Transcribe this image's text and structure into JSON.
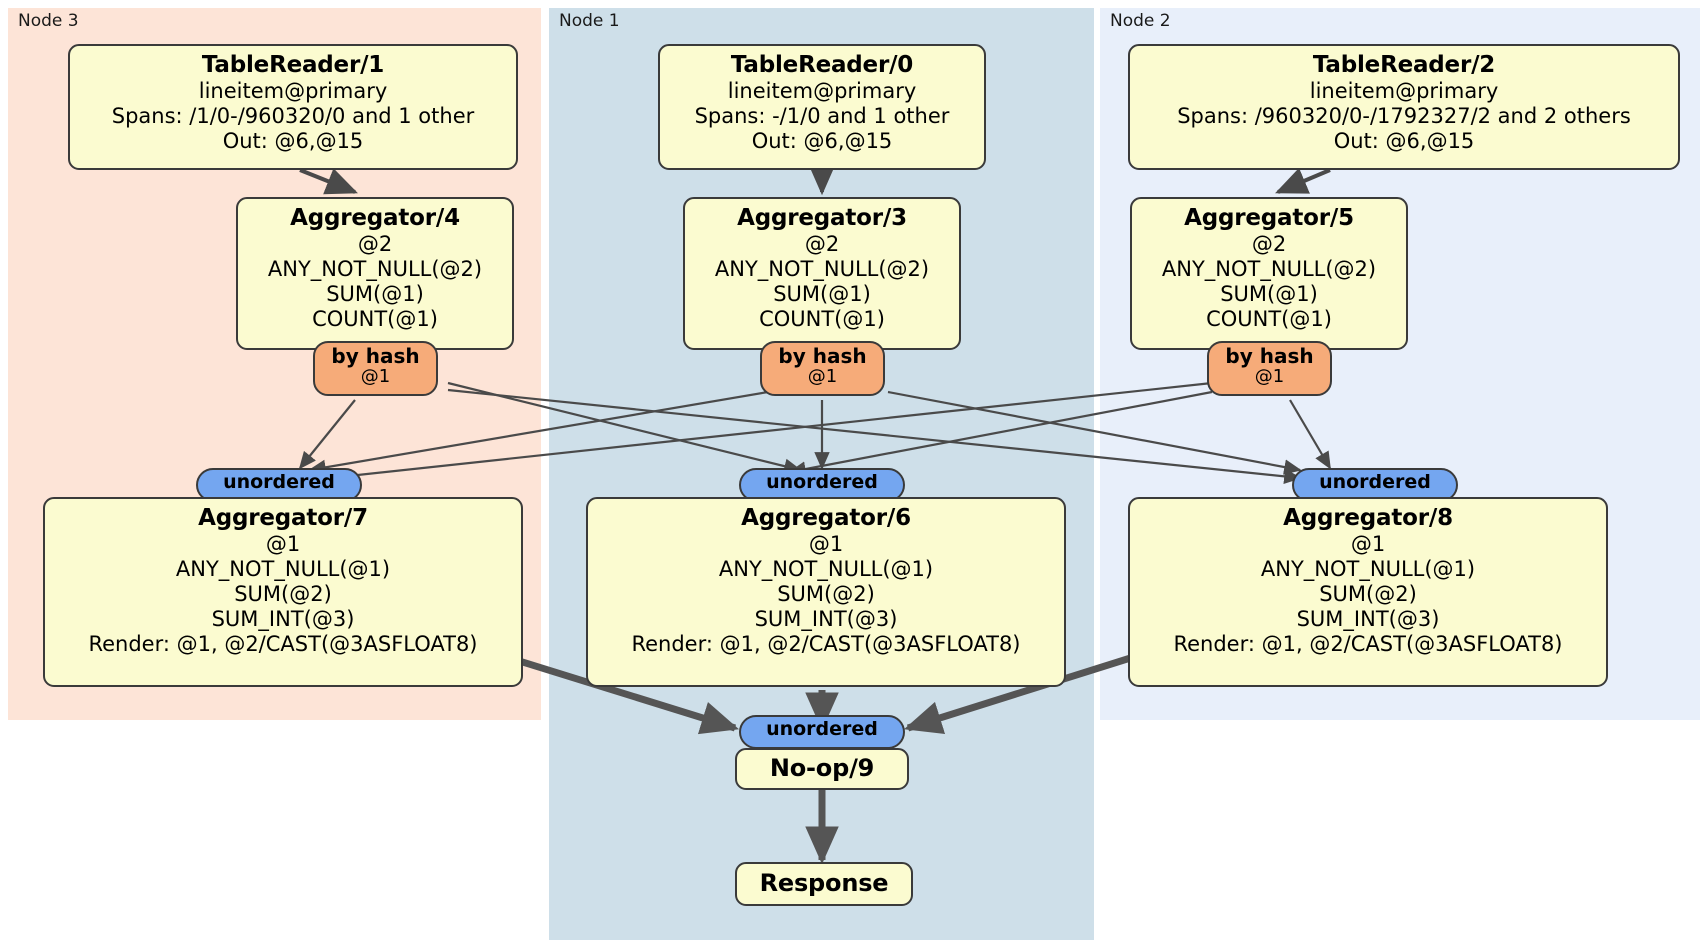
{
  "regions": [
    {
      "id": "node3",
      "label": "Node 3",
      "color": "#fde4d7"
    },
    {
      "id": "node1",
      "label": "Node 1",
      "color": "#cedfe9"
    },
    {
      "id": "node2",
      "label": "Node 2",
      "color": "#e8effa"
    }
  ],
  "processors": {
    "table_reader_1": {
      "title": "TableReader/1",
      "lines": [
        "lineitem@primary",
        "Spans: /1/0-/960320/0 and 1 other",
        "Out: @6,@15"
      ]
    },
    "table_reader_0": {
      "title": "TableReader/0",
      "lines": [
        "lineitem@primary",
        "Spans: -/1/0 and 1 other",
        "Out: @6,@15"
      ]
    },
    "table_reader_2": {
      "title": "TableReader/2",
      "lines": [
        "lineitem@primary",
        "Spans: /960320/0-/1792327/2 and 2 others",
        "Out: @6,@15"
      ]
    },
    "aggregator_4": {
      "title": "Aggregator/4",
      "lines": [
        "@2",
        "ANY_NOT_NULL(@2)",
        "SUM(@1)",
        "COUNT(@1)"
      ]
    },
    "aggregator_3": {
      "title": "Aggregator/3",
      "lines": [
        "@2",
        "ANY_NOT_NULL(@2)",
        "SUM(@1)",
        "COUNT(@1)"
      ]
    },
    "aggregator_5": {
      "title": "Aggregator/5",
      "lines": [
        "@2",
        "ANY_NOT_NULL(@2)",
        "SUM(@1)",
        "COUNT(@1)"
      ]
    },
    "aggregator_7": {
      "title": "Aggregator/7",
      "lines": [
        "@1",
        "ANY_NOT_NULL(@1)",
        "SUM(@2)",
        "SUM_INT(@3)",
        "Render: @1, @2/CAST(@3ASFLOAT8)"
      ]
    },
    "aggregator_6": {
      "title": "Aggregator/6",
      "lines": [
        "@1",
        "ANY_NOT_NULL(@1)",
        "SUM(@2)",
        "SUM_INT(@3)",
        "Render: @1, @2/CAST(@3ASFLOAT8)"
      ]
    },
    "aggregator_8": {
      "title": "Aggregator/8",
      "lines": [
        "@1",
        "ANY_NOT_NULL(@1)",
        "SUM(@2)",
        "SUM_INT(@3)",
        "Render: @1, @2/CAST(@3ASFLOAT8)"
      ]
    },
    "noop_9": {
      "title": "No-op/9"
    },
    "response": {
      "title": "Response"
    }
  },
  "routers": {
    "hash_4": {
      "title": "by hash",
      "sub": "@1"
    },
    "hash_3": {
      "title": "by hash",
      "sub": "@1"
    },
    "hash_5": {
      "title": "by hash",
      "sub": "@1"
    },
    "unordered_7": {
      "title": "unordered"
    },
    "unordered_6": {
      "title": "unordered"
    },
    "unordered_8": {
      "title": "unordered"
    },
    "unordered_final": {
      "title": "unordered"
    }
  },
  "colors": {
    "box_fill": "#fbfbd0",
    "box_stroke": "#3a3a3a",
    "hash_fill": "#f6ab79",
    "unordered_fill": "#74a6f0",
    "node3_bg": "#fde4d7",
    "node1_bg": "#cedfe9",
    "node2_bg": "#e8effa",
    "edge_thin": "#4a4a4a",
    "edge_thick": "#555555"
  }
}
